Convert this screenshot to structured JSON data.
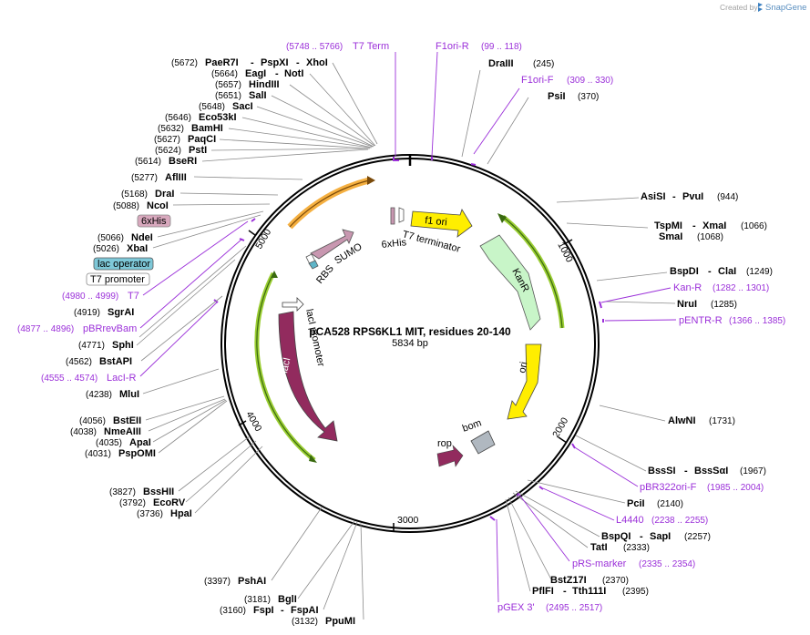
{
  "watermark": {
    "prefix": "Created by",
    "brand": "SnapGene"
  },
  "map": {
    "title": "pCA528 RPS6KL1 MIT, residues 20-140",
    "length": "5834 bp",
    "ticks": [
      "1000",
      "2000",
      "3000",
      "4000",
      "5000"
    ]
  },
  "sites": {
    "paer7i": {
      "pos": "(5672)",
      "name": "PaeR7I",
      "name2": "PspXI",
      "name3": "XhoI"
    },
    "eagi": {
      "pos": "(5664)",
      "name": "EagI",
      "name2": "NotI"
    },
    "hindiii": {
      "pos": "(5657)",
      "name": "HindIII"
    },
    "sali": {
      "pos": "(5651)",
      "name": "SalI"
    },
    "saci": {
      "pos": "(5648)",
      "name": "SacI"
    },
    "eco53ki": {
      "pos": "(5646)",
      "name": "Eco53kI"
    },
    "bamhi": {
      "pos": "(5632)",
      "name": "BamHI"
    },
    "paqci": {
      "pos": "(5627)",
      "name": "PaqCI"
    },
    "psti": {
      "pos": "(5624)",
      "name": "PstI"
    },
    "bseri": {
      "pos": "(5614)",
      "name": "BseRI"
    },
    "aflii": {
      "pos": "(5277)",
      "name": "AflIII"
    },
    "drai": {
      "pos": "(5168)",
      "name": "DraI"
    },
    "ncoi": {
      "pos": "(5088)",
      "name": "NcoI"
    },
    "ndei": {
      "pos": "(5066)",
      "name": "NdeI"
    },
    "xbai": {
      "pos": "(5026)",
      "name": "XbaI"
    },
    "sgrai": {
      "pos": "(4919)",
      "name": "SgrAI"
    },
    "sphi": {
      "pos": "(4771)",
      "name": "SphI"
    },
    "bstapi": {
      "pos": "(4562)",
      "name": "BstAPI"
    },
    "mlui": {
      "pos": "(4238)",
      "name": "MluI"
    },
    "bsteii": {
      "pos": "(4056)",
      "name": "BstEII"
    },
    "nmeaiii": {
      "pos": "(4038)",
      "name": "NmeAIII"
    },
    "apai": {
      "pos": "(4035)",
      "name": "ApaI"
    },
    "pspomi": {
      "pos": "(4031)",
      "name": "PspOMI"
    },
    "bsshii": {
      "pos": "(3827)",
      "name": "BssHII"
    },
    "ecorv": {
      "pos": "(3792)",
      "name": "EcoRV"
    },
    "hpai": {
      "pos": "(3736)",
      "name": "HpaI"
    },
    "pshai": {
      "pos": "(3397)",
      "name": "PshAI"
    },
    "bgli": {
      "pos": "(3181)",
      "name": "BglI"
    },
    "fspi": {
      "pos": "(3160)",
      "name": "FspI",
      "name2": "FspAI"
    },
    "ppumi": {
      "pos": "(3132)",
      "name": "PpuMI"
    },
    "draiii": {
      "name": "DraIII",
      "pos": "(245)"
    },
    "psii": {
      "name": "PsiI",
      "pos": "(370)"
    },
    "asisi": {
      "name": "AsiSI",
      "name2": "PvuI",
      "pos": "(944)"
    },
    "tspmi": {
      "name": "TspMI",
      "name2": "XmaI",
      "pos": "(1066)"
    },
    "smai": {
      "name": "SmaI",
      "pos": "(1068)"
    },
    "bspdi": {
      "name": "BspDI",
      "name2": "ClaI",
      "pos": "(1249)"
    },
    "nrui": {
      "name": "NruI",
      "pos": "(1285)"
    },
    "alwni": {
      "name": "AlwNI",
      "pos": "(1731)"
    },
    "bsssi": {
      "name": "BssSI",
      "name2": "BssSαI",
      "pos": "(1967)"
    },
    "pcii": {
      "name": "PciI",
      "pos": "(2140)"
    },
    "bspqi": {
      "name": "BspQI",
      "name2": "SapI",
      "pos": "(2257)"
    },
    "tati": {
      "name": "TatI",
      "pos": "(2333)"
    },
    "bstz17i": {
      "name": "BstZ17I",
      "pos": "(2370)"
    },
    "pflfi": {
      "name": "PflFI",
      "name2": "Tth111I",
      "pos": "(2395)"
    }
  },
  "primers": {
    "t7term": {
      "range": "(5748 .. 5766)",
      "name": "T7 Term"
    },
    "f1orir": {
      "name": "F1ori-R",
      "range": "(99 .. 118)"
    },
    "f1orif": {
      "name": "F1ori-F",
      "range": "(309 .. 330)"
    },
    "kanr": {
      "name": "Kan-R",
      "range": "(1282 .. 1301)"
    },
    "pentrr": {
      "name": "pENTR-R",
      "range": "(1366 .. 1385)"
    },
    "pbr322orif": {
      "name": "pBR322ori-F",
      "range": "(1985 .. 2004)"
    },
    "l4440": {
      "name": "L4440",
      "range": "(2238 .. 2255)"
    },
    "prsmarker": {
      "name": "pRS-marker",
      "range": "(2335 .. 2354)"
    },
    "pgex3": {
      "name": "pGEX 3'",
      "range": "(2495 .. 2517)"
    },
    "t7": {
      "range": "(4980 .. 4999)",
      "name": "T7"
    },
    "pbrrevbam": {
      "range": "(4877 .. 4896)",
      "name": "pBRrevBam"
    },
    "laciR": {
      "range": "(4555 .. 4574)",
      "name": "LacI-R"
    }
  },
  "boxes": {
    "his": "6xHis",
    "lacop": "lac operator",
    "t7prom": "T7 promoter"
  },
  "features": {
    "rbs": "RBS",
    "sumo": "SUMO",
    "his_inner": "6xHis",
    "t7terminator": "T7 terminator",
    "f1ori": "f1 ori",
    "kanr": "KanR",
    "ori": "ori",
    "bom": "bom",
    "rop": "rop",
    "laci": "lacI",
    "laciprom": "lacI promoter"
  }
}
